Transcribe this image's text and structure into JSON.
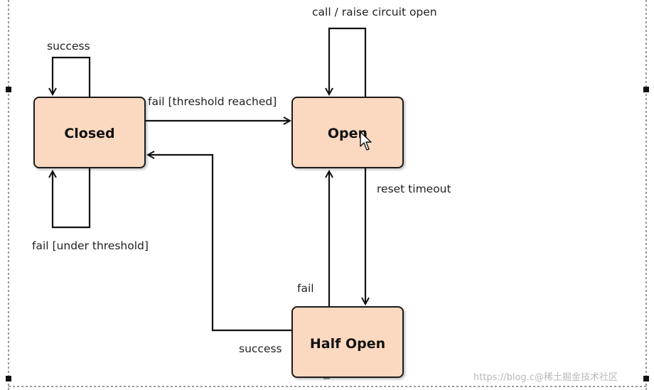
{
  "colors": {
    "state_fill": "#fbd9c0",
    "state_stroke": "#1a1a1a",
    "edge": "#111111",
    "frame": "#333333",
    "watermark": "#b8b8b8"
  },
  "states": {
    "closed": "Closed",
    "open": "Open",
    "half_open": "Half Open"
  },
  "transitions": {
    "closed_success_loop": "success",
    "closed_fail_under_threshold": "fail [under threshold]",
    "closed_to_open": "fail [threshold reached]",
    "open_self_loop": "call / raise circuit open",
    "open_to_half_open": "reset timeout",
    "half_open_to_open": "fail",
    "half_open_to_closed": "success"
  },
  "watermark": {
    "url_text": "https://blog.c",
    "site_text": "@稀土掘金技术社区"
  },
  "icons": {
    "cursor": "mouse-pointer-icon"
  }
}
